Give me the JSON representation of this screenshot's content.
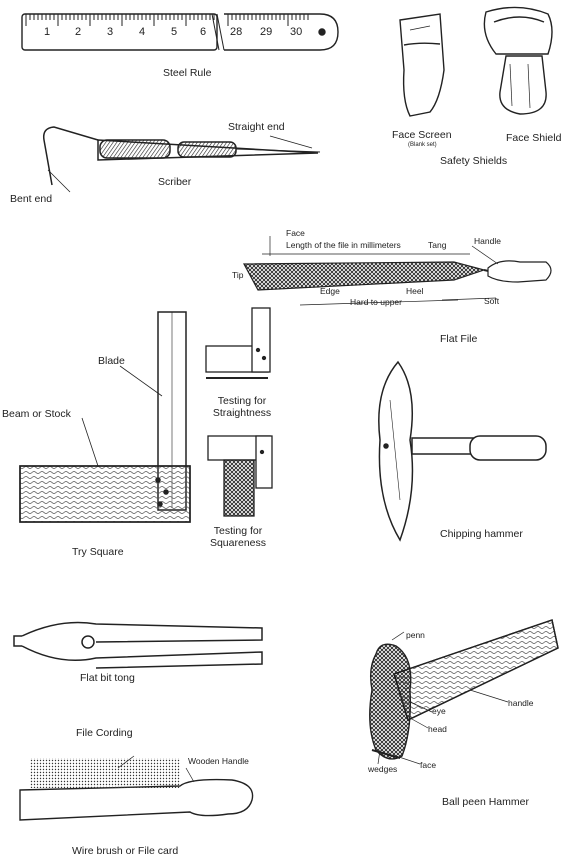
{
  "labels": {
    "steel_rule": "Steel Rule",
    "rule_nums": [
      "1",
      "2",
      "3",
      "4",
      "5",
      "6",
      "28",
      "29",
      "30"
    ],
    "straight_end": "Straight end",
    "scriber": "Scriber",
    "bent_end": "Bent end",
    "face_screen": "Face Screen",
    "face_screen_sub": "(Blank set)",
    "face_shield": "Face Shield",
    "safety_shields": "Safety Shields",
    "face": "Face",
    "length_of_file": "Length of the file in millimeters",
    "tang": "Tang",
    "handle_file": "Handle",
    "tip": "Tip",
    "edge": "Edge",
    "heel": "Heel",
    "hard_to_upper": "Hard to upper",
    "soft": "Soft",
    "flat_file": "Flat File",
    "blade": "Blade",
    "beam_or_stock": "Beam or Stock",
    "testing_straightness": "Testing for Straightness",
    "testing_squareness": "Testing for Squareness",
    "try_square": "Try Square",
    "chipping_hammer": "Chipping hammer",
    "flat_bit_tong": "Flat bit tong",
    "penn": "penn",
    "eye": "eye",
    "head": "head",
    "handle_hammer": "handle",
    "wedges": "wedges",
    "face_hammer": "face",
    "ball_peen_hammer": "Ball peen Hammer",
    "file_cording": "File Cording",
    "wooden_handle": "Wooden Handle",
    "wire_brush": "Wire brush or File card"
  }
}
